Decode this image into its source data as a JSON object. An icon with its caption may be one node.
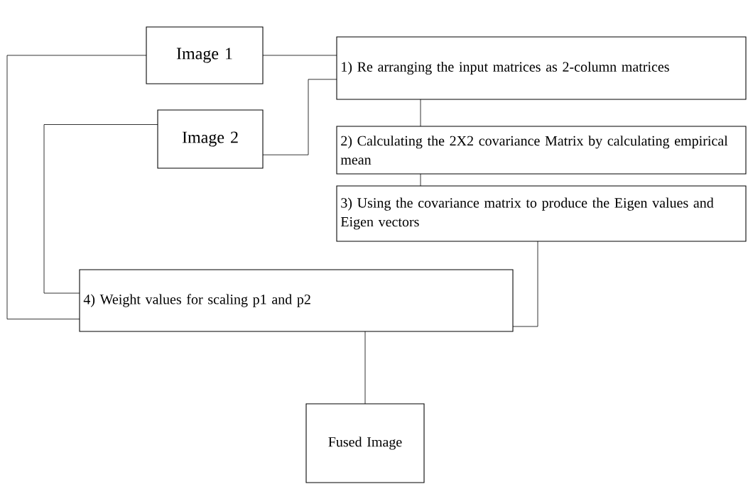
{
  "diagram": {
    "nodes": [
      {
        "text": [
          "Image 1"
        ]
      },
      {
        "text": [
          "1) Re arranging the input matrices as 2-column matrices"
        ]
      },
      {
        "text": [
          "Image 2"
        ]
      },
      {
        "text": [
          "2) Calculating the 2X2 covariance Matrix by calculating empirical mean"
        ]
      },
      {
        "text": [
          "3) Using the covariance matrix to produce the Eigen values and Eigen vectors"
        ]
      },
      {
        "text": [
          "4) Weight values for scaling p1 and p2"
        ]
      },
      {
        "text": [
          "Fused Image"
        ]
      }
    ],
    "edges": [
      {
        "from": 0,
        "to": 1,
        "arrow": "none"
      },
      {
        "from": 2,
        "to": 1,
        "arrow": "none"
      },
      {
        "from": 1,
        "to": 3,
        "arrow": "none"
      },
      {
        "from": 3,
        "to": 4,
        "arrow": "none"
      },
      {
        "from": 4,
        "to": 5,
        "arrow": "none"
      },
      {
        "from": 0,
        "to": 5,
        "arrow": "none"
      },
      {
        "from": 2,
        "to": 5,
        "arrow": "none"
      },
      {
        "from": 5,
        "to": 6,
        "arrow": "none"
      }
    ]
  }
}
